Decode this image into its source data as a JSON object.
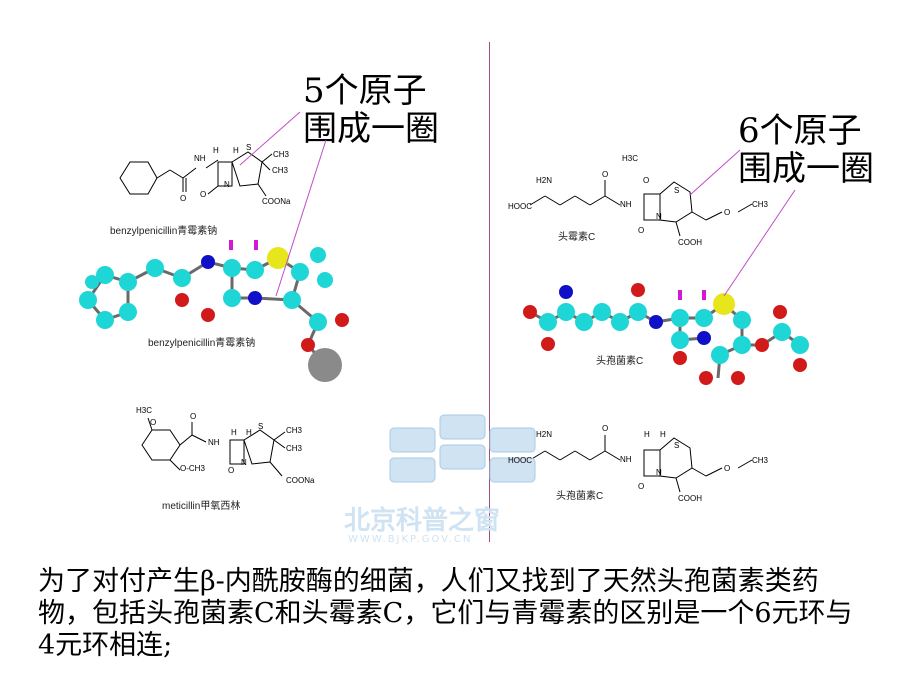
{
  "callouts": {
    "left": "5个原子\n围成一圈",
    "right": "6个原子\n围成一圈"
  },
  "captions": {
    "penicillin_struct": "benzylpenicillin青霉素钠",
    "penicillin_model": "benzylpenicillin青霉素钠",
    "methicillin": "meticillin甲氧西林",
    "cephamycin_c": "头霉素C",
    "ceph_model": "头孢菌素C",
    "ceph_struct": "头孢菌素C"
  },
  "atom_labels": {
    "H": "H",
    "N": "N",
    "S": "S",
    "O": "O",
    "CH3": "CH3",
    "COONa": "COONa",
    "COOH": "COOH",
    "HOOC": "HOOC",
    "NH": "NH",
    "H2N": "H2N",
    "H3C": "H3C",
    "H3CO": "H3CO",
    "H3CO2": "O-CH3"
  },
  "watermark": {
    "title": "北京科普之窗",
    "url": "WWW.BJKP.GOV.CN"
  },
  "paragraph": "为了对付产生β-内酰胺酶的细菌，人们又找到了天然头孢菌素类药物，包括头孢菌素C和头霉素C，它们与青霉素的区别是一个6元环与4元环相连;",
  "colors": {
    "carbon": "#1fd6d6",
    "nitrogen": "#1010c8",
    "oxygen": "#d11a1a",
    "sulfur": "#e6e61a",
    "hydrogen": "#d21ad2",
    "sodium": "#8a8a8a",
    "pointer": "#c04cc8",
    "divider": "#a05080"
  }
}
